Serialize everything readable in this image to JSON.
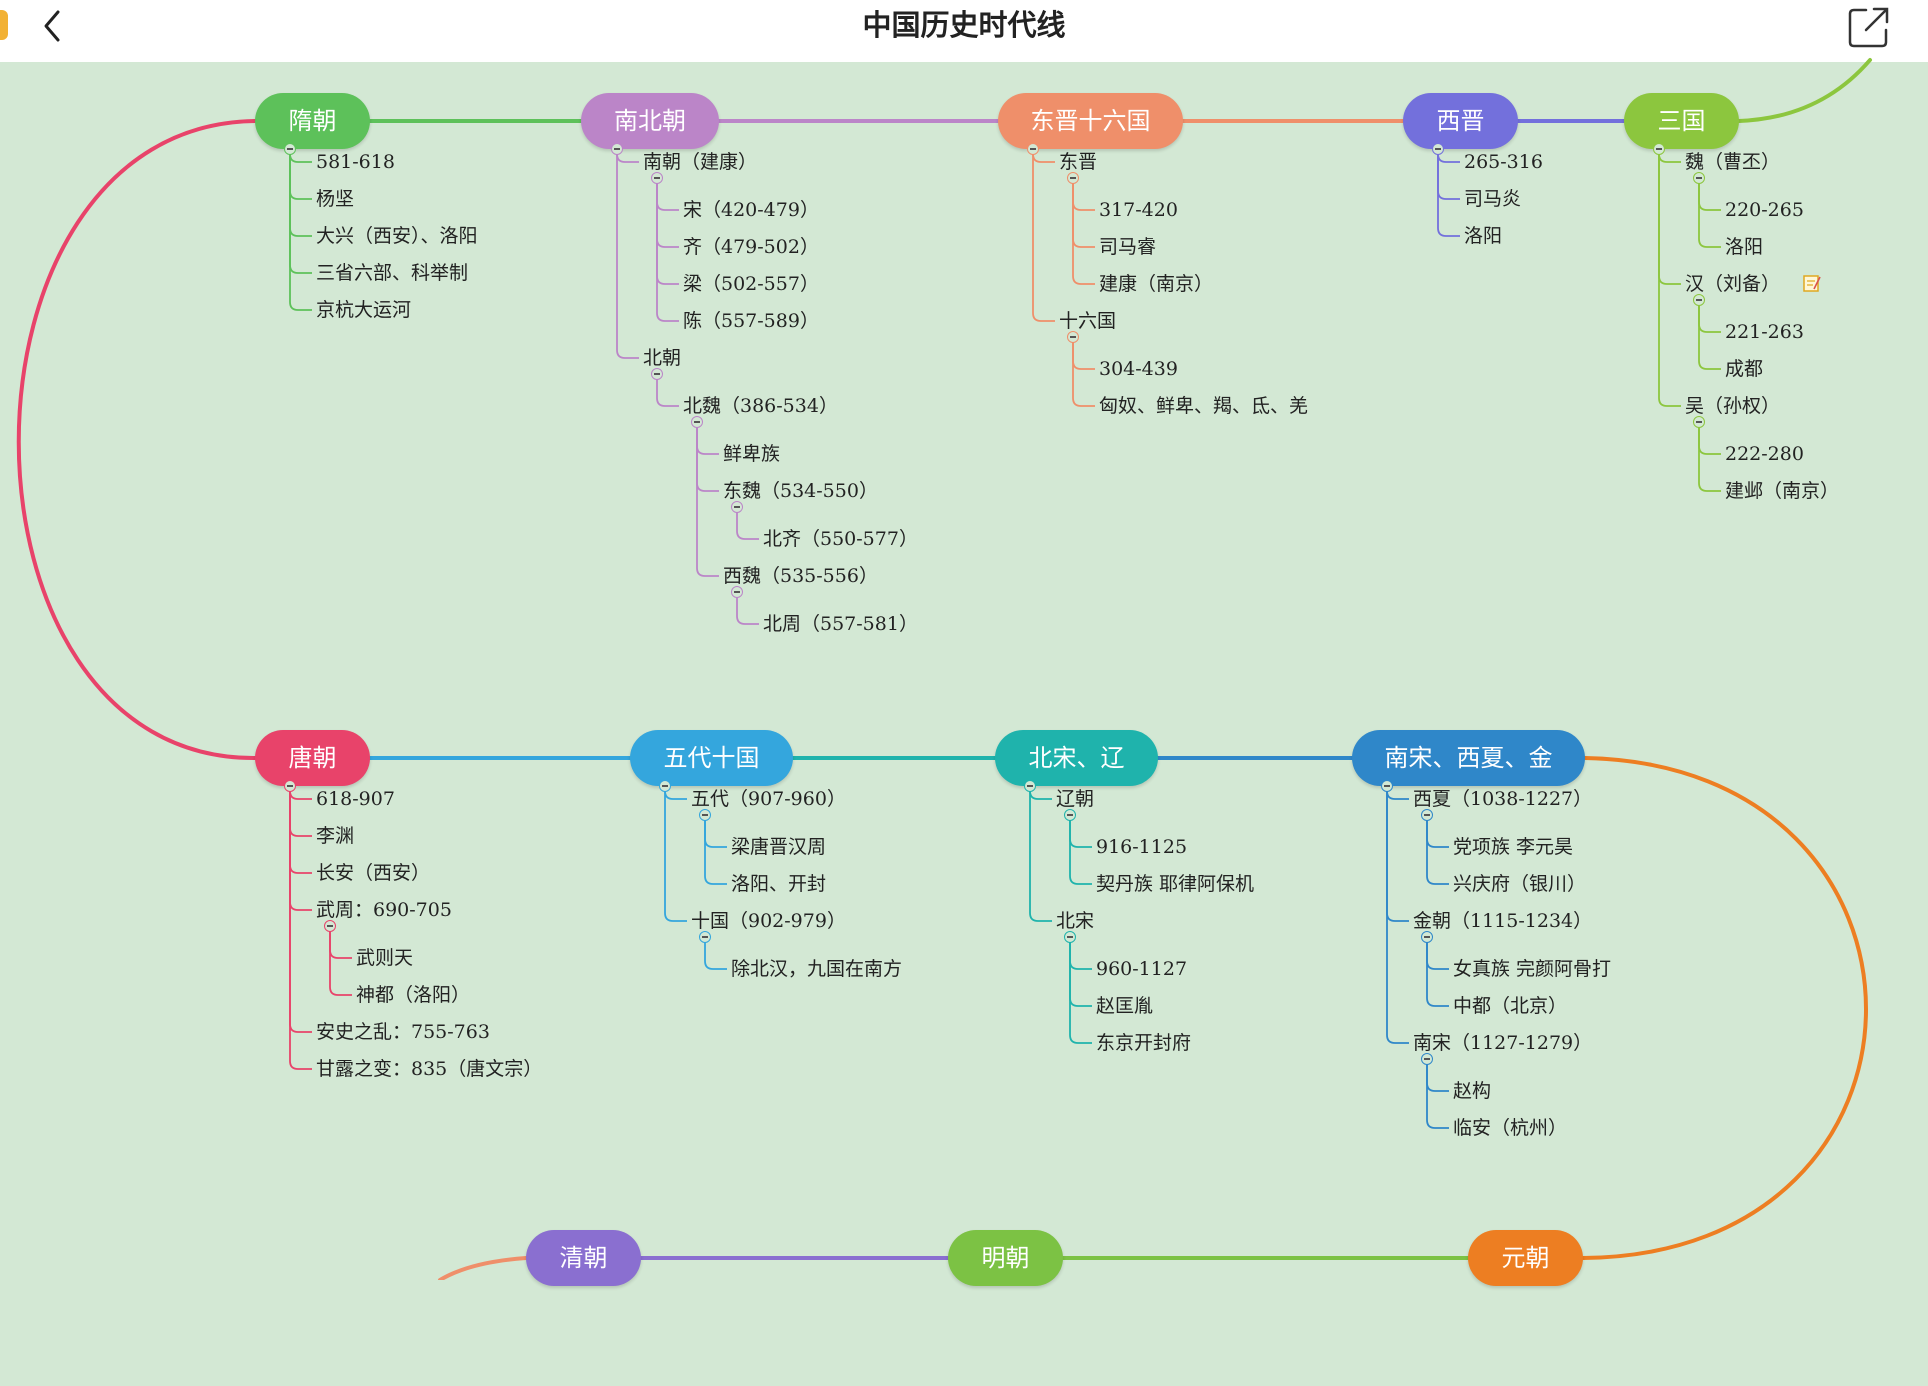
{
  "header": {
    "title": "中国历史时代线"
  },
  "colors": {
    "sui": "#5dc15a",
    "nanbeichao": "#bb85c8",
    "dongjin": "#ef8f6a",
    "xijin": "#7370dc",
    "sanguo": "#8cc63e",
    "tang": "#e8436a",
    "wudai": "#34a6dd",
    "beisong": "#1fb3ac",
    "nansong": "#2f87c9",
    "qing": "#8a6fd0",
    "ming": "#7cc244",
    "yuan": "#ed7e22"
  },
  "eras": [
    {
      "id": "sui",
      "label": "隋朝",
      "children": [
        {
          "text": "581-618"
        },
        {
          "text": "杨坚"
        },
        {
          "text": "大兴（西安）、洛阳"
        },
        {
          "text": "三省六部、科举制"
        },
        {
          "text": "京杭大运河"
        }
      ]
    },
    {
      "id": "nanbeichao",
      "label": "南北朝",
      "children": [
        {
          "text": "南朝（建康）",
          "children": [
            {
              "text": "宋（420-479）"
            },
            {
              "text": "齐（479-502）"
            },
            {
              "text": "梁（502-557）"
            },
            {
              "text": "陈（557-589）"
            }
          ]
        },
        {
          "text": "北朝",
          "children": [
            {
              "text": "北魏（386-534）",
              "children": [
                {
                  "text": "鲜卑族"
                },
                {
                  "text": "东魏（534-550）",
                  "children": [
                    {
                      "text": "北齐（550-577）"
                    }
                  ]
                },
                {
                  "text": "西魏（535-556）",
                  "children": [
                    {
                      "text": "北周（557-581）"
                    }
                  ]
                }
              ]
            }
          ]
        }
      ]
    },
    {
      "id": "dongjin",
      "label": "东晋十六国",
      "children": [
        {
          "text": "东晋",
          "children": [
            {
              "text": "317-420"
            },
            {
              "text": "司马睿"
            },
            {
              "text": "建康（南京）"
            }
          ]
        },
        {
          "text": "十六国",
          "children": [
            {
              "text": "304-439"
            },
            {
              "text": "匈奴、鲜卑、羯、氐、羌"
            }
          ]
        }
      ]
    },
    {
      "id": "xijin",
      "label": "西晋",
      "children": [
        {
          "text": "265-316"
        },
        {
          "text": "司马炎"
        },
        {
          "text": "洛阳"
        }
      ]
    },
    {
      "id": "sanguo",
      "label": "三国",
      "children": [
        {
          "text": "魏（曹丕）",
          "children": [
            {
              "text": "220-265"
            },
            {
              "text": "洛阳"
            }
          ]
        },
        {
          "text": "汉（刘备）",
          "children": [
            {
              "text": "221-263"
            },
            {
              "text": "成都"
            }
          ]
        },
        {
          "text": "吴（孙权）",
          "children": [
            {
              "text": "222-280"
            },
            {
              "text": "建邺（南京）"
            }
          ]
        }
      ]
    },
    {
      "id": "tang",
      "label": "唐朝",
      "children": [
        {
          "text": "618-907"
        },
        {
          "text": "李渊"
        },
        {
          "text": "长安（西安）"
        },
        {
          "text": "武周：690-705",
          "children": [
            {
              "text": "武则天"
            },
            {
              "text": "神都（洛阳）"
            }
          ]
        },
        {
          "text": "安史之乱：755-763"
        },
        {
          "text": "甘露之变：835（唐文宗）"
        }
      ]
    },
    {
      "id": "wudai",
      "label": "五代十国",
      "children": [
        {
          "text": "五代（907-960）",
          "children": [
            {
              "text": "梁唐晋汉周"
            },
            {
              "text": "洛阳、开封"
            }
          ]
        },
        {
          "text": "十国（902-979）",
          "children": [
            {
              "text": "除北汉，九国在南方"
            }
          ]
        }
      ]
    },
    {
      "id": "beisong",
      "label": "北宋、辽",
      "children": [
        {
          "text": "辽朝",
          "children": [
            {
              "text": "916-1125"
            },
            {
              "text": "契丹族 耶律阿保机"
            }
          ]
        },
        {
          "text": "北宋",
          "children": [
            {
              "text": "960-1127"
            },
            {
              "text": "赵匡胤"
            },
            {
              "text": "东京开封府"
            }
          ]
        }
      ]
    },
    {
      "id": "nansong",
      "label": "南宋、西夏、金",
      "children": [
        {
          "text": "西夏（1038-1227）",
          "children": [
            {
              "text": "党项族 李元昊"
            },
            {
              "text": "兴庆府（银川）"
            }
          ]
        },
        {
          "text": "金朝（1115-1234）",
          "children": [
            {
              "text": "女真族 完颜阿骨打"
            },
            {
              "text": "中都（北京）"
            }
          ]
        },
        {
          "text": "南宋（1127-1279）",
          "children": [
            {
              "text": "赵构"
            },
            {
              "text": "临安（杭州）"
            }
          ]
        }
      ]
    },
    {
      "id": "qing",
      "label": "清朝",
      "children": []
    },
    {
      "id": "ming",
      "label": "明朝",
      "children": []
    },
    {
      "id": "yuan",
      "label": "元朝",
      "children": []
    }
  ]
}
